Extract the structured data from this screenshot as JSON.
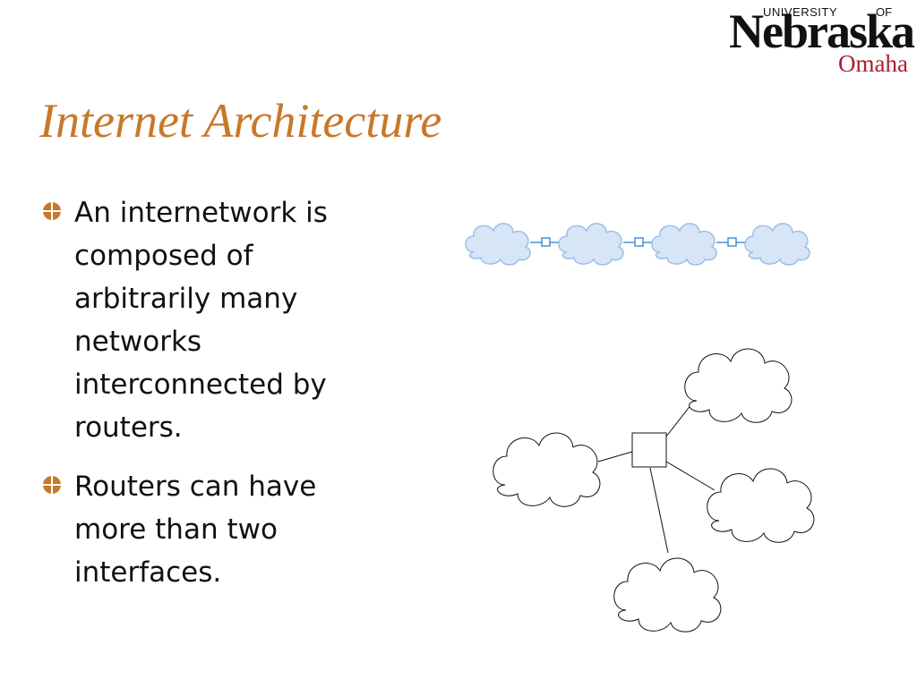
{
  "logo": {
    "university": "UNIVERSITY",
    "of": "OF",
    "name": "Nebraska",
    "campus": "Omaha"
  },
  "slide": {
    "title": "Internet Architecture",
    "bullets": [
      {
        "text": "An internetwork is composed of arbitrarily many networks interconnected by routers."
      },
      {
        "text": "Routers can have more than two interfaces."
      }
    ]
  },
  "colors": {
    "title": "#c8782a",
    "bullet_icon": "#c8782a",
    "chain_cloud_fill": "#d6e6f7",
    "chain_cloud_stroke": "#9bbfe6",
    "chain_link": "#4a90d9",
    "star_stroke": "#111111"
  },
  "diagrams": {
    "chain": {
      "networks": 4,
      "routers": 3
    },
    "star": {
      "networks": 4,
      "routers": 1
    }
  }
}
